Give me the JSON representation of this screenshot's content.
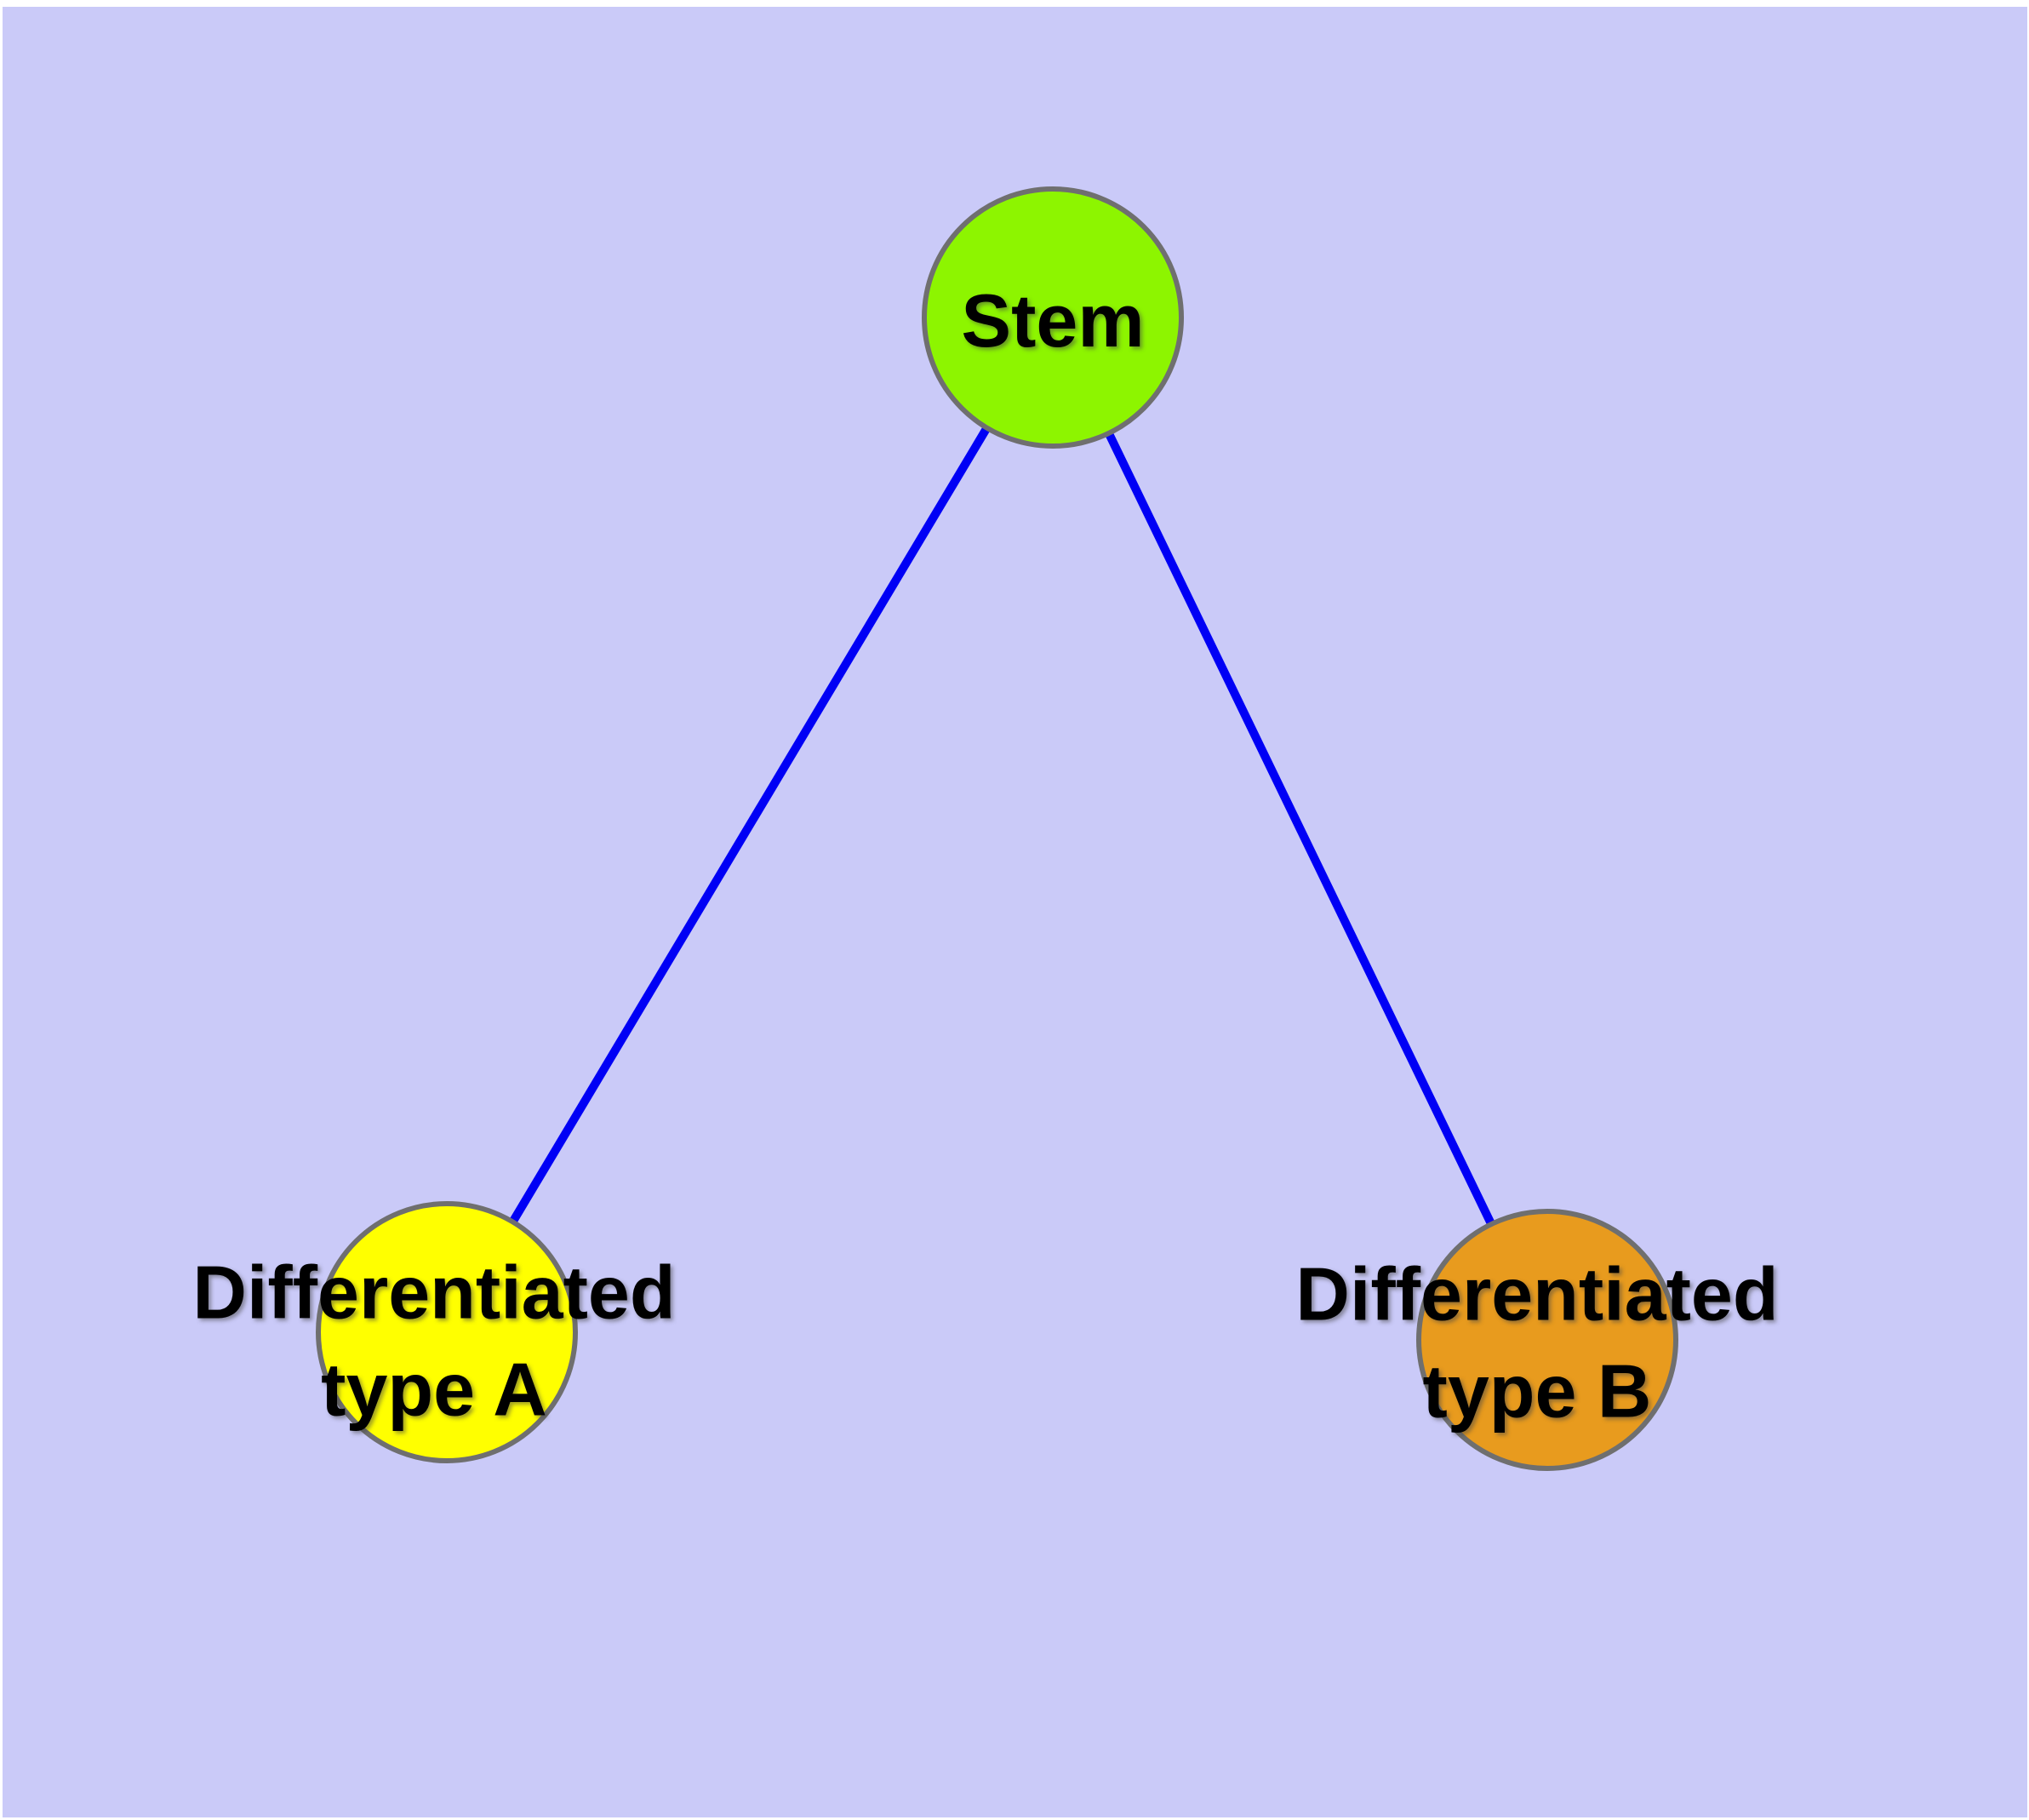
{
  "diagram": {
    "kind": "graph",
    "background_color": "#cacaf8",
    "page_margin_color": "#ffffff",
    "edge_color": "#0000f5",
    "node_border_color": "#6f6f6f",
    "label_color": "#000000",
    "nodes": [
      {
        "id": "stem",
        "label": "Stem",
        "fill": "#8df500"
      },
      {
        "id": "differentiated-type-a",
        "label": "Differentiated type A",
        "label_line1": "Differentiated",
        "label_line2": "type A",
        "fill": "#ffff00"
      },
      {
        "id": "differentiated-type-b",
        "label": "Differentiated type B",
        "label_line1": "Differentiated",
        "label_line2": "type B",
        "fill": "#e89b1e"
      }
    ],
    "edges": [
      {
        "from": "Stem",
        "to": "Differentiated type A"
      },
      {
        "from": "Stem",
        "to": "Differentiated type B"
      }
    ]
  }
}
